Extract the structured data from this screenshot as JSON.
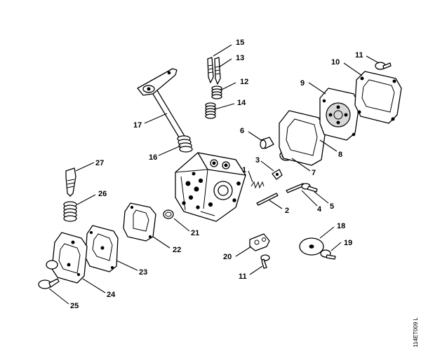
{
  "diagram": {
    "reference_code": "114ET009 L",
    "callouts": [
      {
        "id": "c15",
        "label": "15"
      },
      {
        "id": "c13",
        "label": "13"
      },
      {
        "id": "c12",
        "label": "12"
      },
      {
        "id": "c14",
        "label": "14"
      },
      {
        "id": "c17",
        "label": "17"
      },
      {
        "id": "c16",
        "label": "16"
      },
      {
        "id": "c11a",
        "label": "11"
      },
      {
        "id": "c10",
        "label": "10"
      },
      {
        "id": "c9",
        "label": "9"
      },
      {
        "id": "c6",
        "label": "6"
      },
      {
        "id": "c8",
        "label": "8"
      },
      {
        "id": "c7",
        "label": "7"
      },
      {
        "id": "c3",
        "label": "3"
      },
      {
        "id": "c1",
        "label": "1"
      },
      {
        "id": "c2",
        "label": "2"
      },
      {
        "id": "c4",
        "label": "4"
      },
      {
        "id": "c5",
        "label": "5"
      },
      {
        "id": "c27",
        "label": "27"
      },
      {
        "id": "c26",
        "label": "26"
      },
      {
        "id": "c21",
        "label": "21"
      },
      {
        "id": "c22",
        "label": "22"
      },
      {
        "id": "c23",
        "label": "23"
      },
      {
        "id": "c24",
        "label": "24"
      },
      {
        "id": "c25",
        "label": "25"
      },
      {
        "id": "c20",
        "label": "20"
      },
      {
        "id": "c11b",
        "label": "11"
      },
      {
        "id": "c18",
        "label": "18"
      },
      {
        "id": "c19",
        "label": "19"
      }
    ]
  }
}
